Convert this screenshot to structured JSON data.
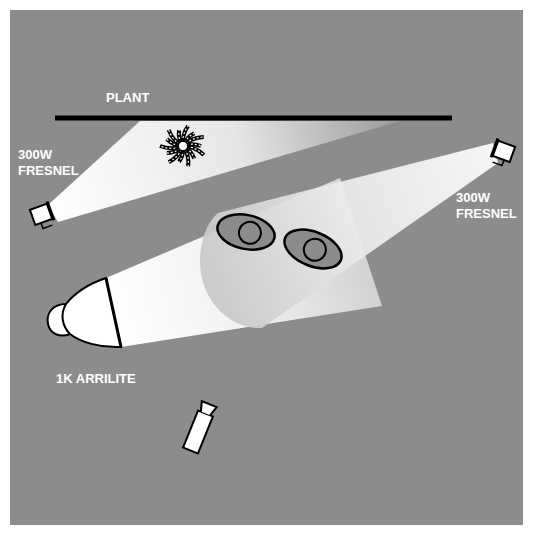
{
  "diagram": {
    "labels": [
      "300W FRESNEL",
      "PLANT",
      "300W FRESNEL",
      "1K ARRILITE"
    ]
  }
}
